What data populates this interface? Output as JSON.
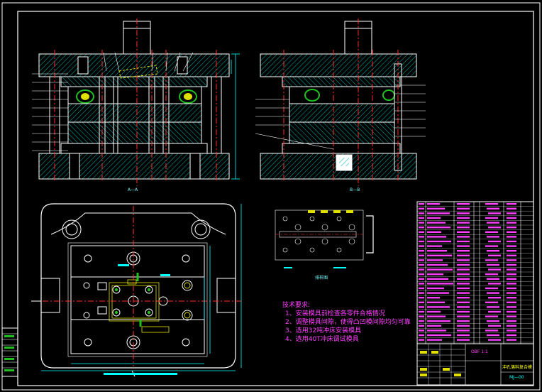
{
  "colors": {
    "background": "#000000",
    "outline": "#ffffff",
    "hatch": "#00c8c8",
    "dimension": "#00ffff",
    "center_line": "#ff3030",
    "text_magenta": "#ff40ff",
    "text_yellow": "#ffff00",
    "part_green": "#20c020",
    "part_yellow": "#e0e000"
  },
  "section_labels": {
    "aa": "A—A",
    "bb": "B—B"
  },
  "views": {
    "small_caption": "排样图"
  },
  "tech_requirements": {
    "title": "技术要求:",
    "items": [
      "1、安装模具前检查各零件合格情况",
      "2、调整模具间隙，使得凸凹模间隙均匀可靠",
      "3、选用32吨冲床安装模具",
      "4、选用40T冲床调试模具"
    ]
  },
  "title_block": {
    "scale": "OBF  1:1",
    "project": "冲孔落料复合模",
    "drawing_no": "MJ—00"
  }
}
